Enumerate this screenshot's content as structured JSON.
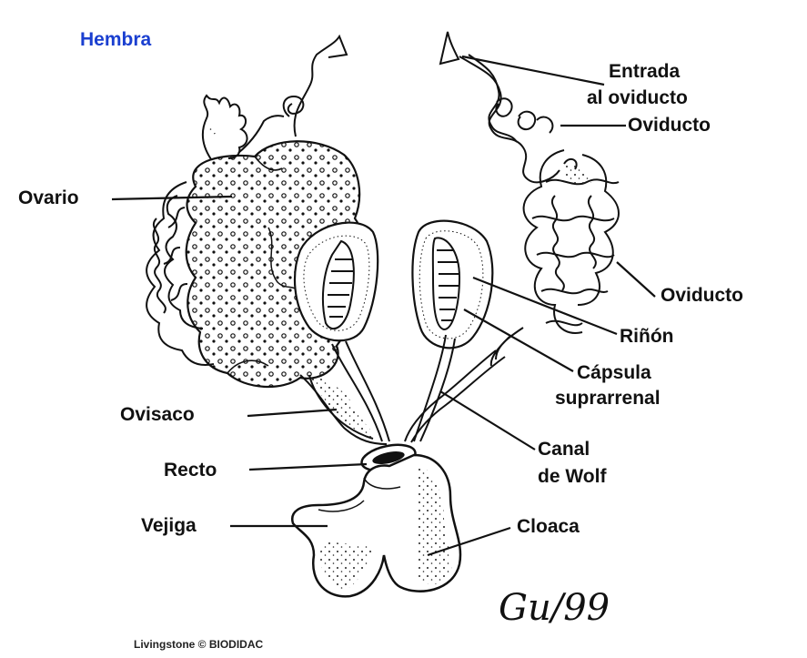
{
  "title": "Hembra",
  "labels": {
    "entrada_oviducto_1": "Entrada",
    "entrada_oviducto_2": "al oviducto",
    "oviducto_top": "Oviducto",
    "ovario": "Ovario",
    "oviducto_right": "Oviducto",
    "rinon": "Riñón",
    "capsula_1": "Cápsula",
    "capsula_2": "suprarrenal",
    "ovisaco": "Ovisaco",
    "canal_1": "Canal",
    "canal_2": "de Wolf",
    "recto": "Recto",
    "vejiga": "Vejiga",
    "cloaca": "Cloaca"
  },
  "signature": "Gu/99",
  "credit": "Livingstone © BIODIDAC",
  "colors": {
    "ink": "#111111",
    "title": "#1a3fd0",
    "background": "#ffffff"
  }
}
